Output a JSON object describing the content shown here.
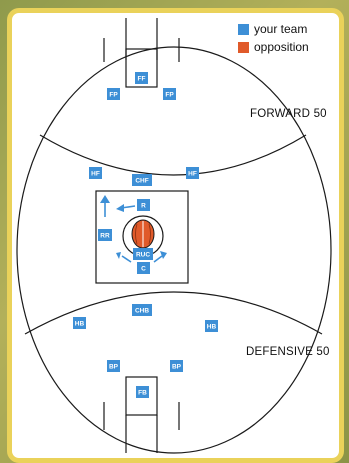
{
  "colors": {
    "team": "#3d8fd6",
    "opposition": "#e05a2a",
    "line": "#1a1a1a",
    "panel_border": "#ead25a"
  },
  "legend": {
    "team_label": "your team",
    "opposition_label": "opposition"
  },
  "zones": {
    "forward": "FORWARD 50",
    "defensive": "DEFENSIVE 50"
  },
  "positions": {
    "ff": "FF",
    "fp_left": "FP",
    "fp_right": "FP",
    "hf_left": "HF",
    "chf": "CHF",
    "hf_right": "HF",
    "r": "R",
    "rr": "RR",
    "ruc": "RUC",
    "c": "C",
    "chb": "CHB",
    "hb_left": "HB",
    "hb_right": "HB",
    "bp_left": "BP",
    "bp_right": "BP",
    "fb": "FB"
  }
}
